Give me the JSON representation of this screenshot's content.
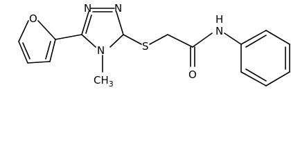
{
  "molecule": {
    "atom_labels": {
      "n_top_left": "N",
      "n_top_right": "N",
      "n_methyl": "N",
      "methyl": "CH",
      "methyl_sub": "3",
      "furan_o": "O",
      "sulfur": "S",
      "carbonyl_o": "O",
      "amide_n": "N",
      "amide_h": "H"
    },
    "colors": {
      "bond": "#000000",
      "label": "#000000",
      "background": "#ffffff"
    }
  }
}
